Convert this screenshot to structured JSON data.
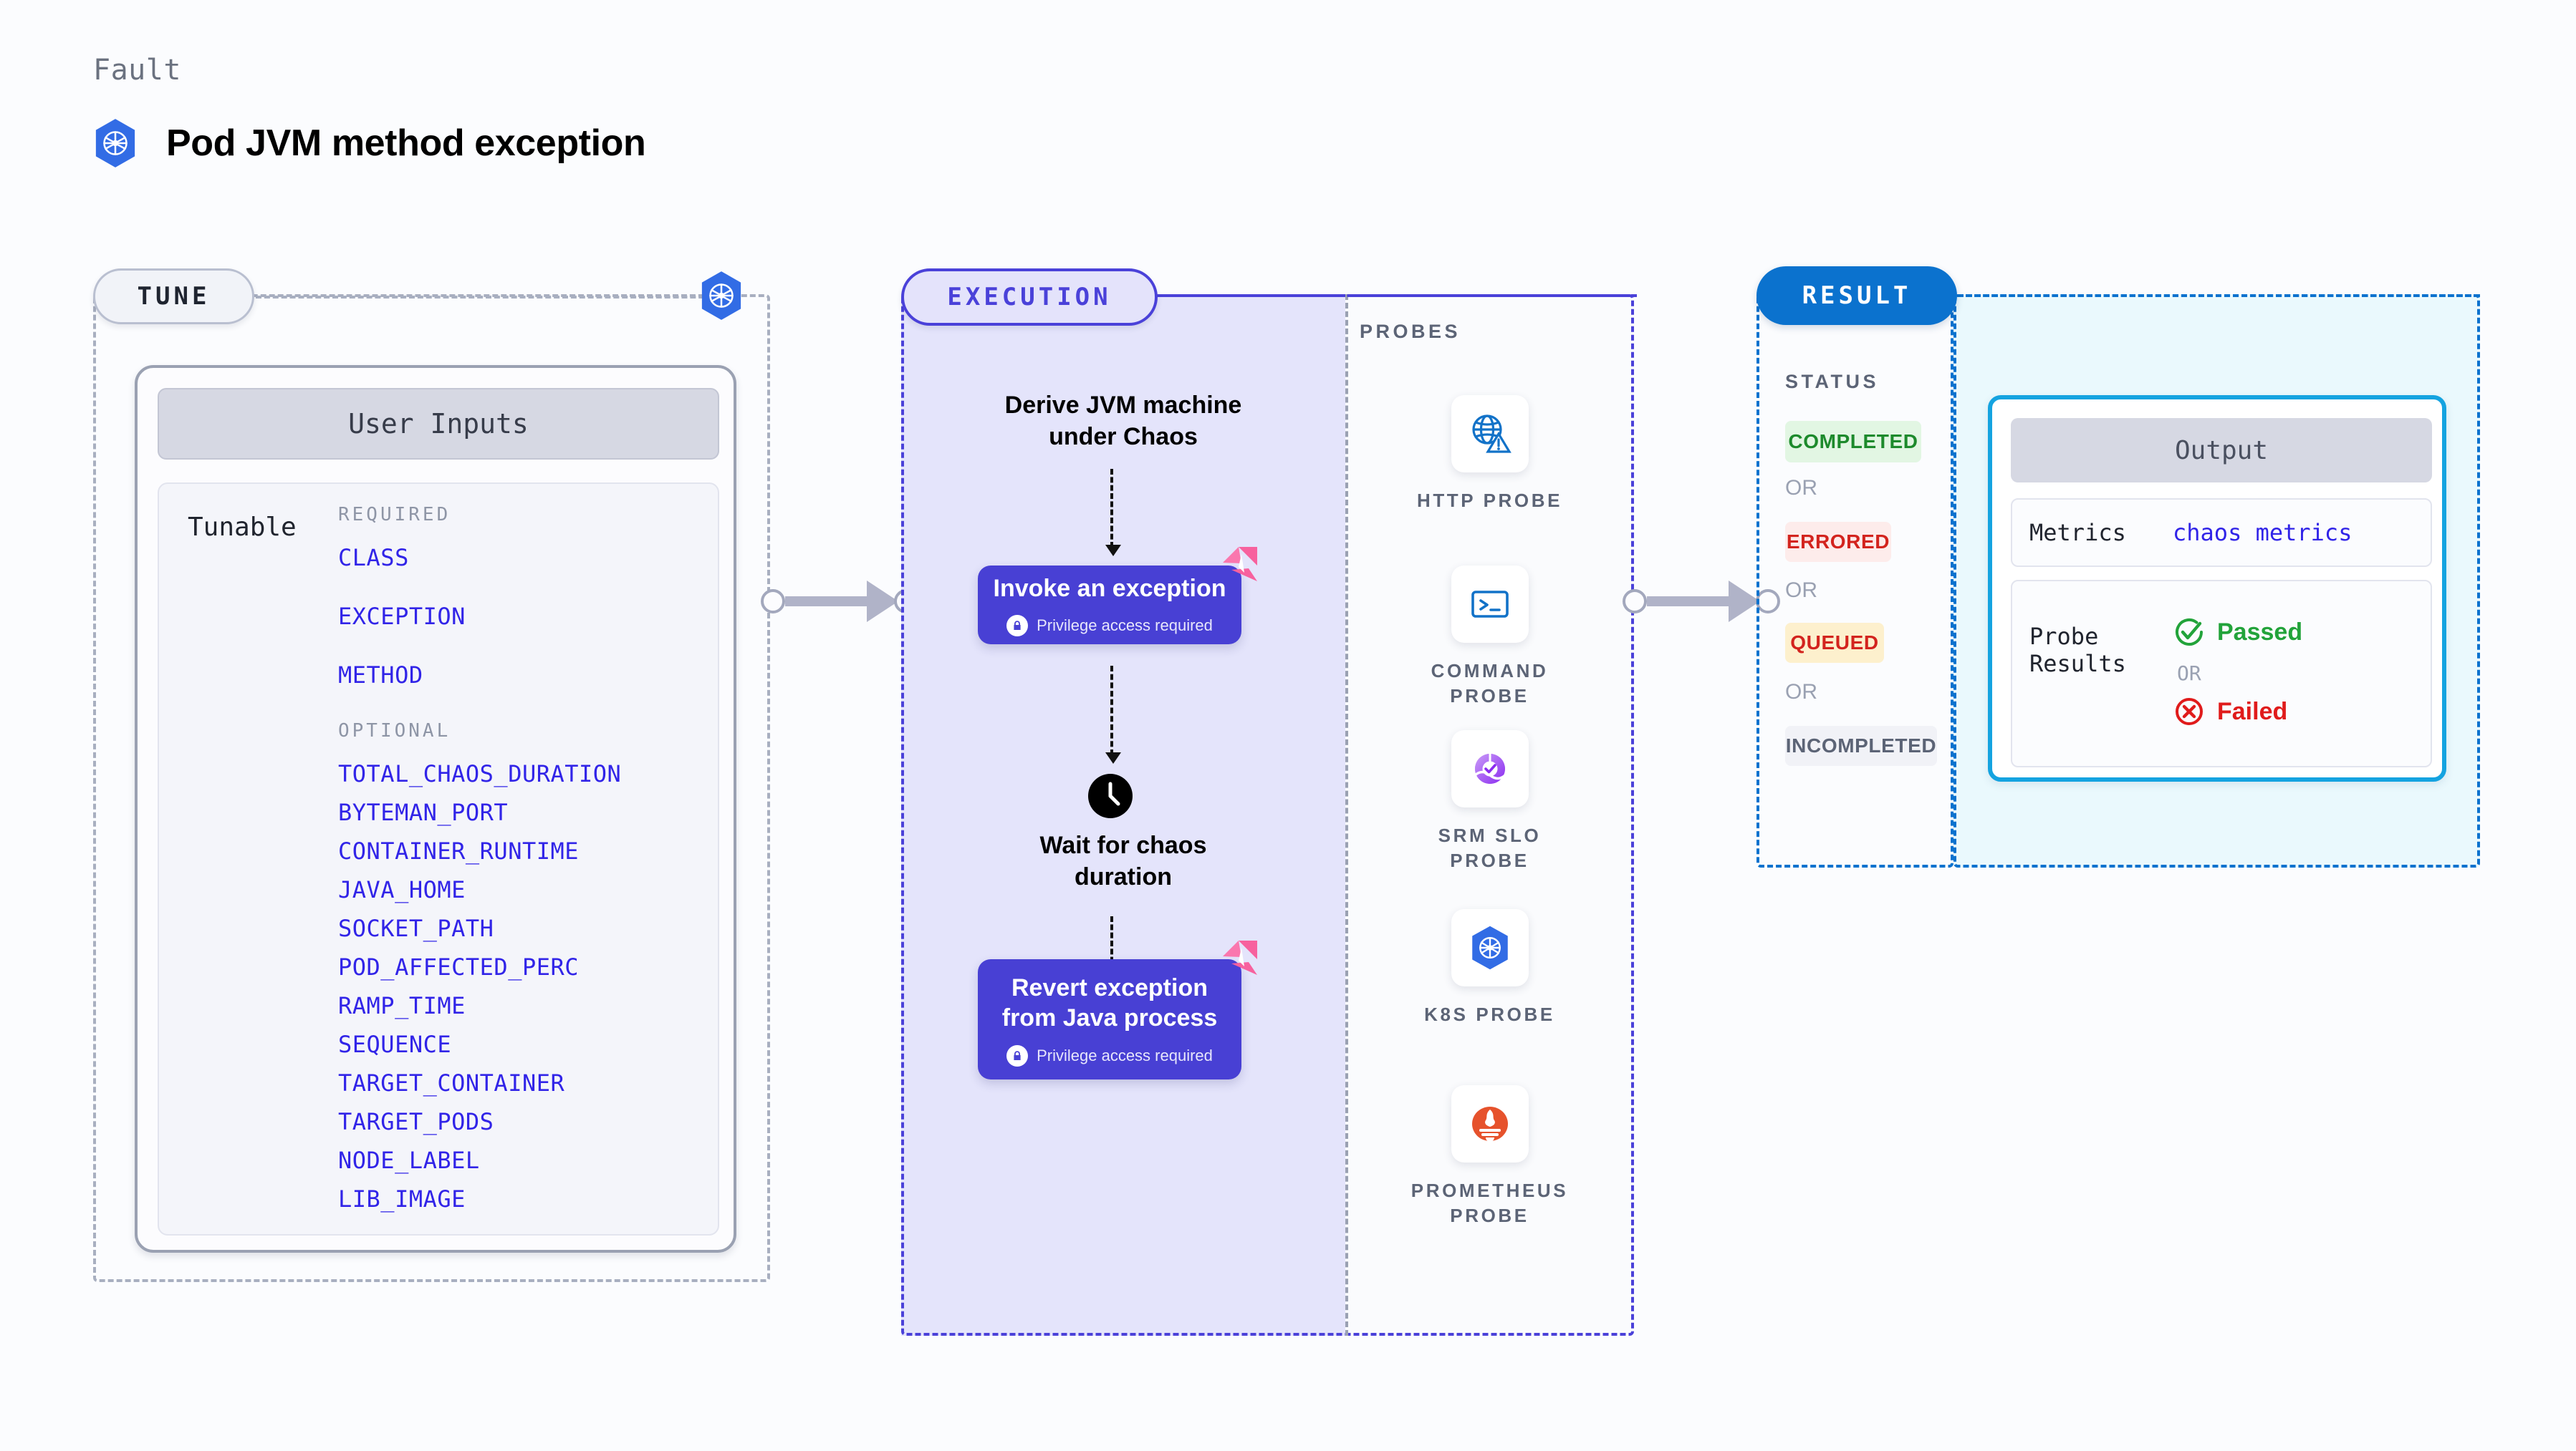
{
  "header": {
    "eyebrow": "Fault",
    "title": "Pod JVM method exception",
    "icon": "kubernetes-icon"
  },
  "tune": {
    "pill_label": "TUNE",
    "node_icon": "kubernetes-icon",
    "card_header": "User Inputs",
    "tunable_label": "Tunable",
    "required_title": "REQUIRED",
    "required_params": [
      "CLASS",
      "EXCEPTION",
      "METHOD"
    ],
    "optional_title": "OPTIONAL",
    "optional_params": [
      "TOTAL_CHAOS_DURATION",
      "BYTEMAN_PORT",
      "CONTAINER_RUNTIME",
      "JAVA_HOME",
      "SOCKET_PATH",
      "POD_AFFECTED_PERC",
      "RAMP_TIME",
      "SEQUENCE",
      "TARGET_CONTAINER",
      "TARGET_PODS",
      "NODE_LABEL",
      "LIB_IMAGE"
    ]
  },
  "execution": {
    "pill_label": "EXECUTION",
    "step1_text": "Derive JVM machine\nunder Chaos",
    "card1": {
      "title": "Invoke an exception",
      "sub": "Privilege access required",
      "sub_icon": "lock-icon",
      "corner_icon": "litmus-icon"
    },
    "wait": {
      "icon": "clock-icon",
      "text": "Wait for chaos\nduration"
    },
    "card2": {
      "title": "Revert exception\nfrom Java process",
      "sub": "Privilege access required",
      "sub_icon": "lock-icon",
      "corner_icon": "litmus-icon"
    }
  },
  "probes": {
    "title": "PROBES",
    "items": [
      {
        "label": "HTTP  PROBE",
        "icon": "globe-warning-icon"
      },
      {
        "label": "COMMAND\nPROBE",
        "icon": "terminal-icon"
      },
      {
        "label": "SRM  SLO\nPROBE",
        "icon": "srm-slo-icon"
      },
      {
        "label": "K8S  PROBE",
        "icon": "kubernetes-icon"
      },
      {
        "label": "PROMETHEUS\nPROBE",
        "icon": "prometheus-icon"
      }
    ]
  },
  "result": {
    "pill_label": "RESULT",
    "status_title": "STATUS",
    "or_label": "OR",
    "statuses": [
      {
        "label": "COMPLETED",
        "bg": "#e2f6e3",
        "fg": "#1d8a2c"
      },
      {
        "label": "ERRORED",
        "bg": "#fdeceb",
        "fg": "#d3241e"
      },
      {
        "label": "QUEUED",
        "bg": "#fdf0cd",
        "fg": "#d3241e"
      },
      {
        "label": "INCOMPLETED",
        "bg": "#f1f2f7",
        "fg": "#5c6476"
      }
    ],
    "output": {
      "header": "Output",
      "metrics_key": "Metrics",
      "metrics_value": "chaos metrics",
      "probe_results_key": "Probe\nResults",
      "passed_label": "Passed",
      "failed_label": "Failed",
      "or_label": "OR",
      "passed_icon": "check-circle-icon",
      "failed_icon": "x-circle-icon"
    }
  },
  "colors": {
    "accent_purple": "#4840d4",
    "accent_blue": "#0b72ce",
    "accent_cyan": "#14a3e0",
    "param_blue": "#3124e8",
    "pink": "#f7619e",
    "pass_green": "#22a33a",
    "fail_red": "#e01b1b"
  }
}
